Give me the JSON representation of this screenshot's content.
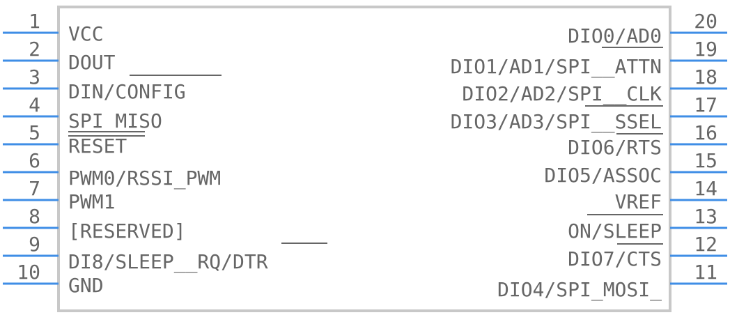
{
  "colors": {
    "body_stroke": "#c8c8c8",
    "pin_line": "#3f8ee6",
    "text": "#666666",
    "overbar": "#666666"
  },
  "pins_left": [
    {
      "num": "1",
      "name": "VCC"
    },
    {
      "num": "2",
      "name": "DOUT"
    },
    {
      "num": "3",
      "name": "DIN/CONFIG"
    },
    {
      "num": "4",
      "name": "SPI_MISO"
    },
    {
      "num": "5",
      "name": "RESET"
    },
    {
      "num": "6",
      "name": "PWM0/RSSI_PWM"
    },
    {
      "num": "7",
      "name": "PWM1"
    },
    {
      "num": "8",
      "name": "[RESERVED]"
    },
    {
      "num": "9",
      "name": "DI8/SLEEP__RQ/DTR"
    },
    {
      "num": "10",
      "name": "GND"
    }
  ],
  "pins_right": [
    {
      "num": "20",
      "name": "DIO0/AD0"
    },
    {
      "num": "19",
      "name": "DIO1/AD1/SPI__ATTN"
    },
    {
      "num": "18",
      "name": "DIO2/AD2/SPI__CLK"
    },
    {
      "num": "17",
      "name": "DIO3/AD3/SPI__SSEL"
    },
    {
      "num": "16",
      "name": "DIO6/RTS"
    },
    {
      "num": "15",
      "name": "DIO5/ASSOC"
    },
    {
      "num": "14",
      "name": "VREF"
    },
    {
      "num": "13",
      "name": "ON/SLEEP"
    },
    {
      "num": "12",
      "name": "DIO7/CTS"
    },
    {
      "num": "11",
      "name": "DIO4/SPI_MOSI_"
    }
  ]
}
